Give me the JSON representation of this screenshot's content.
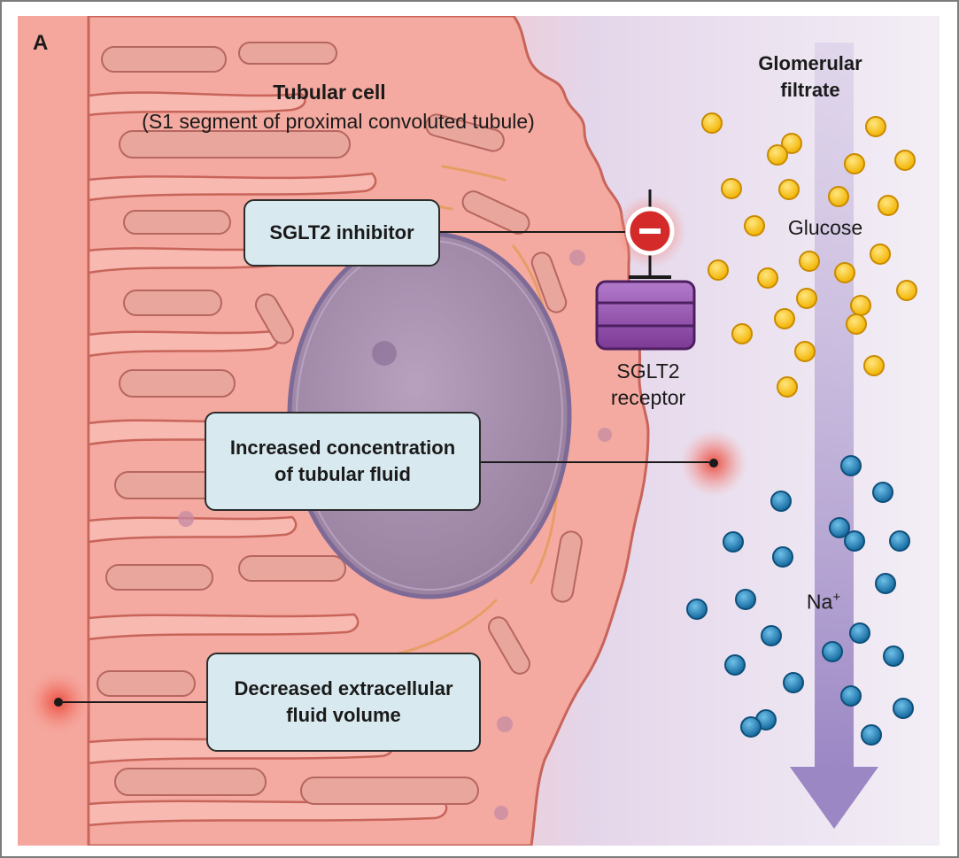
{
  "figure": {
    "panel_letter": "A",
    "cell_title": "Tubular cell",
    "cell_subtitle": "(S1 segment of proximal convoluted tubule)",
    "filtrate_label_line1": "Glomerular",
    "filtrate_label_line2": "filtrate",
    "glucose_label": "Glucose",
    "sodium_label": "Na",
    "sodium_charge": "+",
    "receptor_label_line1": "SGLT2",
    "receptor_label_line2": "receptor"
  },
  "callouts": {
    "inhibitor": "SGLT2 inhibitor",
    "concentration_line1": "Increased concentration",
    "concentration_line2": "of tubular fluid",
    "volume_line1": "Decreased extracellular",
    "volume_line2": "fluid volume"
  },
  "colors": {
    "cell_pink": "#f4aaa0",
    "cell_stroke": "#c8645a",
    "nucleus": "#a68cae",
    "filtrate_lavender": "#cdbfe0",
    "glucose": "#f7c21b",
    "sodium": "#1f7fb8",
    "receptor": "#8e4aa6",
    "inhibitor_red": "#d42a2a",
    "callout_fill": "#d8eaf0"
  }
}
